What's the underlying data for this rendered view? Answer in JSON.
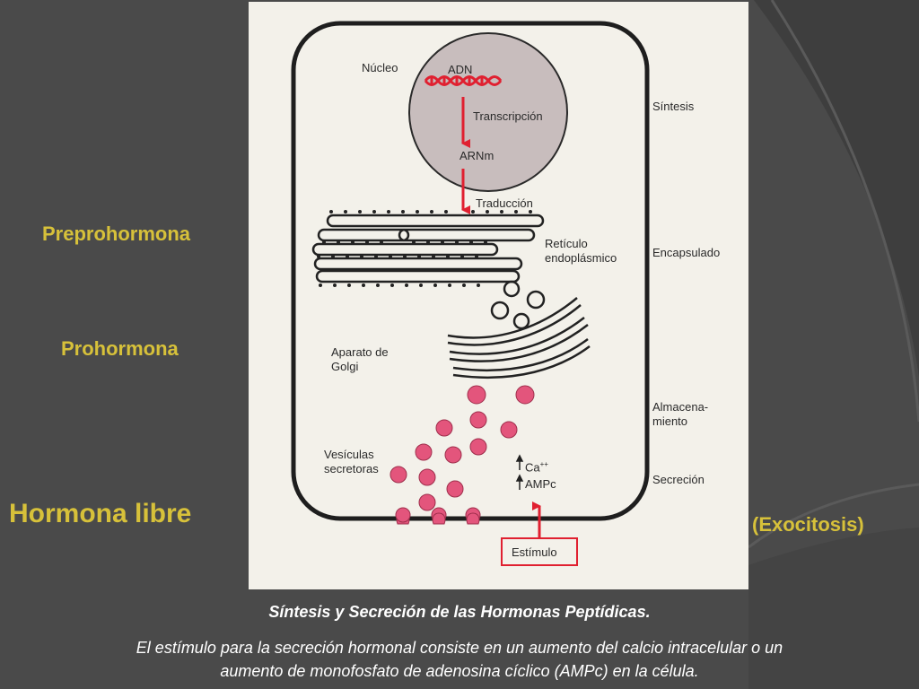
{
  "slide": {
    "left_labels": {
      "preprohormona": "Preprohormona",
      "prohormona": "Prohormona",
      "hormona_libre": "Hormona libre"
    },
    "arrow_glyph": "→",
    "exocitosis": "(Exocitosis)",
    "caption_title": "Síntesis y Secreción de las Hormonas Peptídicas.",
    "caption_line1": "El estímulo para la secreción hormonal consiste en un aumento del calcio intracelular o un",
    "caption_line2": "aumento de monofosfato de adenosina cíclico (AMPc) en la célula."
  },
  "diagram": {
    "nucleo": "Núcleo",
    "adn": "ADN",
    "transcripcion": "Transcripción",
    "arnm": "ARNm",
    "traduccion": "Traducción",
    "reticulo_1": "Retículo",
    "reticulo_2": "endoplásmico",
    "golgi_1": "Aparato de",
    "golgi_2": "Golgi",
    "vesiculas_1": "Vesículas",
    "vesiculas_2": "secretoras",
    "ca": "Ca",
    "ca_sup": "++",
    "ampc": "AMPc",
    "estimulo": "Estímulo",
    "sintesis": "Síntesis",
    "encapsulado": "Encapsulado",
    "almacenamiento_1": "Almacena-",
    "almacenamiento_2": "miento",
    "secrecion": "Secreción"
  },
  "colors": {
    "background": "#4a4a4a",
    "label_yellow": "#d7c13a",
    "accent_red": "#e02030",
    "vesicle_pink": "#e3557c",
    "nucleus_gray": "#c8bdbd"
  }
}
